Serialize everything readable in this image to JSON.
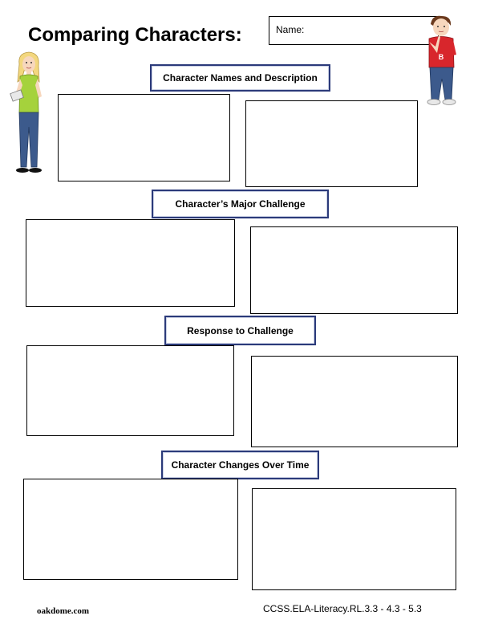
{
  "title": "Comparing Characters:",
  "name_label": "Name:",
  "sections": [
    {
      "label": "Character Names and  Description"
    },
    {
      "label": "Character’s Major Challenge"
    },
    {
      "label": "Response to Challenge"
    },
    {
      "label": "Character Changes Over Time"
    }
  ],
  "footer": {
    "site": "oakdome.com",
    "standard": "CCSS.ELA-Literacy.RL.3.3 - 4.3 - 5.3"
  },
  "colors": {
    "label_border": "#2b3a7a",
    "girl_shirt": "#a5d23c",
    "boy_shirt": "#d8262c",
    "jeans": "#3c5a8c"
  }
}
